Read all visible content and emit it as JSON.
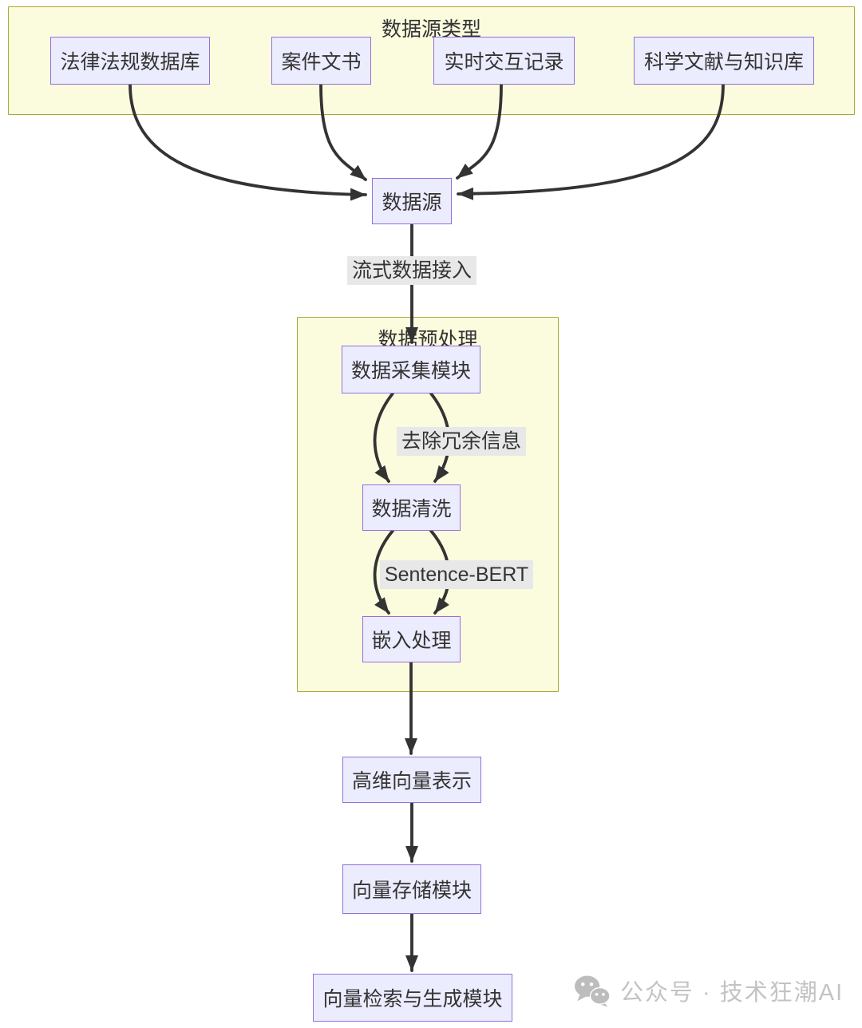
{
  "diagram": {
    "clusters": {
      "source_types": {
        "title": "数据源类型"
      },
      "preprocess": {
        "title": "数据预处理"
      }
    },
    "nodes": {
      "legal_db": "法律法规数据库",
      "case_docs": "案件文书",
      "realtime_logs": "实时交互记录",
      "sci_knowledge": "科学文献与知识库",
      "data_source": "数据源",
      "collect_module": "数据采集模块",
      "data_clean": "数据清洗",
      "embed_process": "嵌入处理",
      "vector_repr": "高维向量表示",
      "vector_store": "向量存储模块",
      "vector_retrieve": "向量检索与生成模块"
    },
    "edge_labels": {
      "streaming": "流式数据接入",
      "dedup": "去除冗余信息",
      "sbert": "Sentence-BERT"
    },
    "edges": [
      {
        "from": "legal_db",
        "to": "data_source",
        "label": ""
      },
      {
        "from": "case_docs",
        "to": "data_source",
        "label": ""
      },
      {
        "from": "realtime_logs",
        "to": "data_source",
        "label": ""
      },
      {
        "from": "sci_knowledge",
        "to": "data_source",
        "label": ""
      },
      {
        "from": "data_source",
        "to": "collect_module",
        "label": "流式数据接入"
      },
      {
        "from": "collect_module",
        "to": "data_clean",
        "label": ""
      },
      {
        "from": "collect_module",
        "to": "data_clean",
        "label": "去除冗余信息"
      },
      {
        "from": "data_clean",
        "to": "embed_process",
        "label": ""
      },
      {
        "from": "data_clean",
        "to": "embed_process",
        "label": "Sentence-BERT"
      },
      {
        "from": "embed_process",
        "to": "vector_repr",
        "label": ""
      },
      {
        "from": "vector_repr",
        "to": "vector_store",
        "label": ""
      },
      {
        "from": "vector_store",
        "to": "vector_retrieve",
        "label": ""
      }
    ],
    "colors": {
      "node_fill": "#ECECFF",
      "node_border": "#9370DB",
      "cluster_fill": "#FBFBDE",
      "cluster_border": "#AAAA33",
      "edge": "#333333",
      "edge_label_bg": "#E8E8E8",
      "text": "#333333"
    }
  },
  "watermark": {
    "icon": "wechat-icon",
    "text": "公众号 · 技术狂潮AI",
    "color": "#C3C3C3"
  }
}
